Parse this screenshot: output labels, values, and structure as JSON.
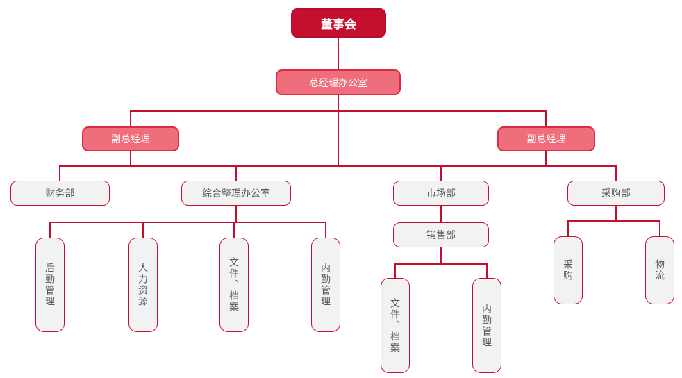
{
  "colors": {
    "primary_dark_red": "#C40F2E",
    "dark_red_border": "#B50E2A",
    "pink_fill": "#EF6E7C",
    "pink_border": "#DC2B45",
    "gray_fill": "#F2F2F2",
    "gray_border": "#C40F2E",
    "gray_text": "#595959",
    "line": "#C40F2E",
    "background": "#FFFFFF"
  },
  "nodes": {
    "board": {
      "label": "董事会"
    },
    "gm_office": {
      "label": "总经理办公室"
    },
    "deputy_gm_left": {
      "label": "副总经理"
    },
    "deputy_gm_right": {
      "label": "副总经理"
    },
    "finance_dept": {
      "label": "财务部"
    },
    "general_affairs_office": {
      "label": "综合整理办公室"
    },
    "marketing_dept": {
      "label": "市场部"
    },
    "purchasing_dept": {
      "label": "采购部"
    },
    "sales_dept": {
      "label": "销售部"
    },
    "logistics_management": {
      "label": "后勤管理"
    },
    "human_resources": {
      "label": "人力资源"
    },
    "documents_archives_1": {
      "label": "文件、档案"
    },
    "internal_affairs_1": {
      "label": "内勤管理"
    },
    "documents_archives_2": {
      "label": "文件、档案"
    },
    "internal_affairs_2": {
      "label": "内勤管理"
    },
    "procurement": {
      "label": "采购"
    },
    "logistics": {
      "label": "物流"
    }
  },
  "hierarchy": {
    "id": "board",
    "children": [
      {
        "id": "gm_office",
        "children": [
          {
            "id": "deputy_gm_left"
          },
          {
            "id": "finance_dept"
          },
          {
            "id": "general_affairs_office",
            "children": [
              {
                "id": "logistics_management"
              },
              {
                "id": "human_resources"
              },
              {
                "id": "documents_archives_1"
              },
              {
                "id": "internal_affairs_1"
              }
            ]
          },
          {
            "id": "marketing_dept",
            "children": [
              {
                "id": "sales_dept",
                "children": [
                  {
                    "id": "documents_archives_2"
                  },
                  {
                    "id": "internal_affairs_2"
                  }
                ]
              }
            ]
          },
          {
            "id": "deputy_gm_right"
          },
          {
            "id": "purchasing_dept",
            "children": [
              {
                "id": "procurement"
              },
              {
                "id": "logistics"
              }
            ]
          }
        ]
      }
    ]
  }
}
